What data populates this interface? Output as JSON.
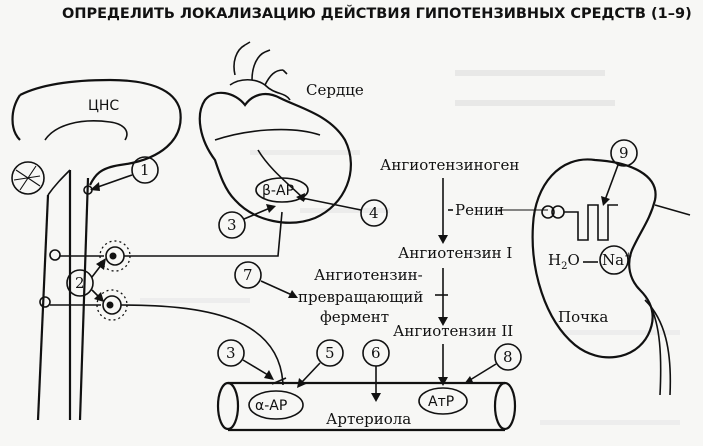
{
  "title": "ОПРЕДЕЛИТЬ ЛОКАЛИЗАЦИЮ ДЕЙСТВИЯ ГИПОТЕНЗИВНЫХ СРЕДСТВ (1–9)",
  "organs": {
    "cns": "ЦНС",
    "heart": "Сердце",
    "kidney": "Почка",
    "arteriole": "Артериола"
  },
  "receptors": {
    "beta_ar": "β-АР",
    "alpha_ar": "α-АР",
    "at_r": "АтР"
  },
  "raas": {
    "angiotensinogen": "Ангиотензиноген",
    "renin": "Ренин",
    "angiotensin_1": "Ангиотензин I",
    "ace_line1": "Ангиотензин-",
    "ace_line2": "превращающий",
    "ace_line3": "фермент",
    "angiotensin_2": "Ангиотензин II"
  },
  "kidney_labels": {
    "water": "H",
    "water_sub": "2",
    "water_o": "O",
    "sodium": "Na",
    "sodium_sup": "+"
  },
  "markers": [
    "1",
    "2",
    "3",
    "4",
    "5",
    "6",
    "7",
    "8",
    "9",
    "3"
  ]
}
